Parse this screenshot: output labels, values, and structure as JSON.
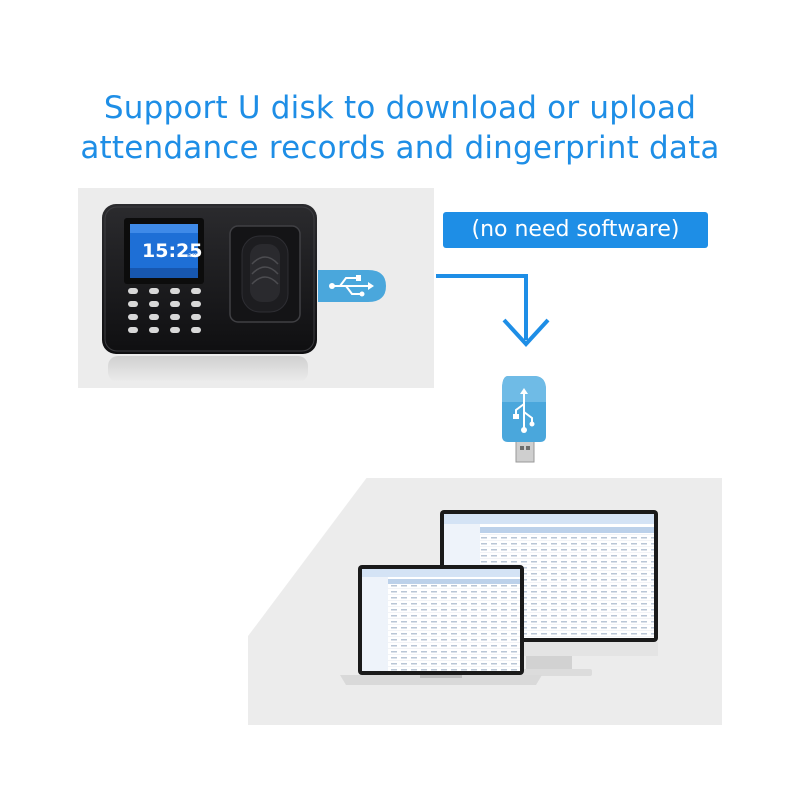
{
  "headline": {
    "line1": "Support U disk to download or upload",
    "line2": "attendance records and dingerprint data"
  },
  "badge": {
    "label": "(no need  software)"
  },
  "device": {
    "time": "15:25",
    "time_suffix": "am"
  },
  "colors": {
    "accent": "#1e8ee6",
    "usb_blue": "#4aa7dc",
    "device_body": "#1a1a1c",
    "screen": "#1e6fd6",
    "panel": "#ececec"
  },
  "icons": [
    "usb-icon",
    "arrow-down-icon",
    "fingerprint-sensor-icon",
    "keypad-icon",
    "usb-drive-icon",
    "monitor-icon",
    "laptop-icon"
  ]
}
